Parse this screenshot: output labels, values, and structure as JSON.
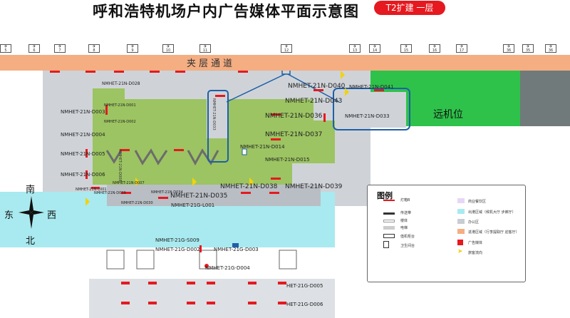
{
  "title": "呼和浩特机场户内广告媒体平面示意图",
  "badge": "T2扩建 一层",
  "corridor_label": "夹层通道",
  "gates": [
    "5",
    "6",
    "7",
    "8",
    "9",
    "10",
    "11",
    "12",
    "13",
    "14",
    "15",
    "16",
    "17",
    "36",
    "35",
    "36"
  ],
  "remote_stand_label": "远机位",
  "compass": {
    "south": "南",
    "east": "东",
    "west": "西",
    "north": "北"
  },
  "ad_labels": {
    "d028": "NMHET-21N-D028",
    "d040": "NMHET-21N-D040",
    "d041": "NMHET-21N-D041",
    "d043": "NMHET-21N-D043",
    "d033": "NMHET-21N-D033",
    "d036": "NMHET-21N-D036",
    "d037": "NMHET-21N-D037",
    "d014": "NMHET-21N-D014",
    "d015": "NMHET-21N-D015",
    "d038": "NMHET-21N-D038",
    "d039": "NMHET-21N-D039",
    "d035": "NMHET-21N-D035",
    "d003": "NMHET-21N-D003",
    "d004": "NMHET-21N-D004",
    "d005": "NMHET-21N-D005",
    "d006": "NMHET-21N-D006",
    "d001": "NMHET-21N-D001",
    "d002": "NMHET-21N-D002",
    "d007": "NMHET-21N-D007",
    "d008": "NMHET-21N-D008",
    "d029": "NMHET-21N-D029",
    "d030": "NMHET-21N-D030",
    "d034": "NMHET-21N-D034",
    "l001": "NMHET-21N-L001",
    "g_l001": "NMHET-21G-L001",
    "g_s009": "NMHET-21G-S009",
    "g_d002": "NMHET-21G-D002",
    "g_d003": "NMHET-21G-D003",
    "g_d004": "NMHET-21G-D004",
    "g_d005": "HET-21G-D005",
    "g_d006": "HET-21G-D006"
  },
  "legend": {
    "title": "图例",
    "items": [
      "灯箱B",
      "商业餐饮区",
      "传送带",
      "出港区域（候机大厅 步廊厅）",
      "楼体",
      "办公区",
      "电梯",
      "进港区域（行李提取厅 迎客厅）",
      "值机柜台",
      "广告媒体",
      "卫生间台",
      "旅客流向"
    ]
  },
  "colors": {
    "corridor": "#f4ae82",
    "terminal_green": "#9cc462",
    "apron_cyan": "#a8eaf0",
    "remote_green": "#2ec24a",
    "ad_red": "#e5191f",
    "highlight_blue": "#1f5fa8"
  }
}
